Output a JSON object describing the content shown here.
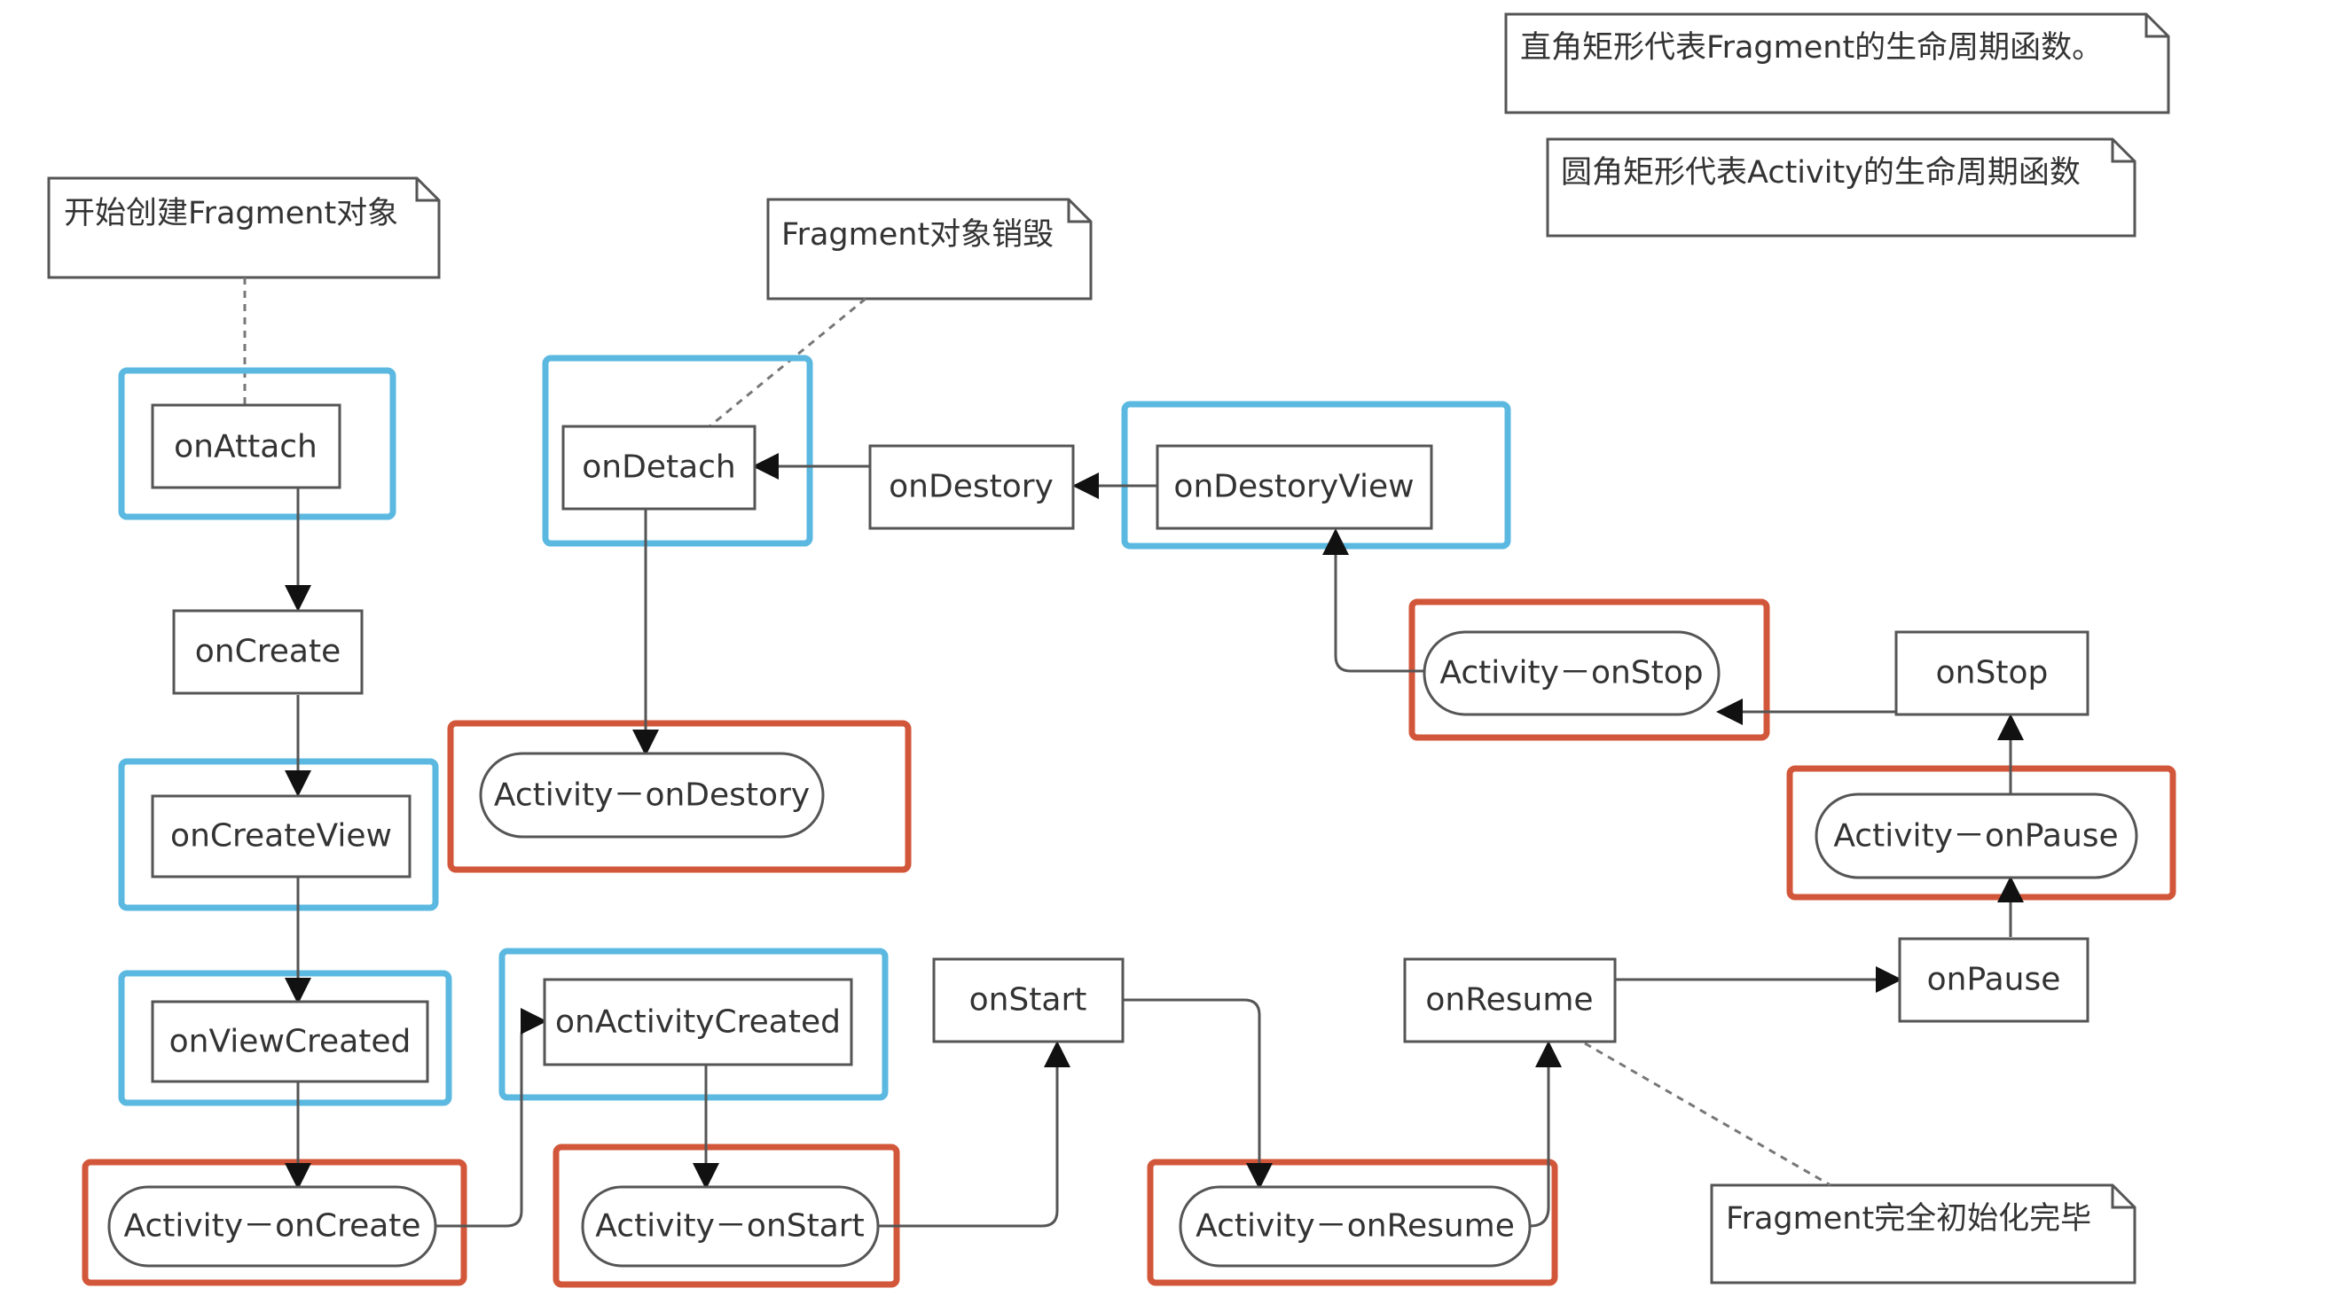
{
  "diagram": {
    "legend": {
      "rect_note": "直角矩形代表Fragment的生命周期函数。",
      "rounded_note": "圆角矩形代表Activity的生命周期函数"
    },
    "notes": {
      "start": "开始创建Fragment对象",
      "destroyed": "Fragment对象销毁",
      "initialized": "Fragment完全初始化完毕"
    },
    "fragment_nodes": {
      "onAttach": "onAttach",
      "onCreate": "onCreate",
      "onCreateView": "onCreateView",
      "onViewCreated": "onViewCreated",
      "onActivityCreated": "onActivityCreated",
      "onStart": "onStart",
      "onResume": "onResume",
      "onPause": "onPause",
      "onStop": "onStop",
      "onDestoryView": "onDestoryView",
      "onDestory": "onDestory",
      "onDetach": "onDetach"
    },
    "activity_nodes": {
      "onCreate": "Activity－onCreate",
      "onStart": "Activity－onStart",
      "onResume": "Activity－onResume",
      "onPause": "Activity－onPause",
      "onStop": "Activity－onStop",
      "onDestory": "Activity－onDestory"
    },
    "colors": {
      "fragment_highlight": "#5bb8e0",
      "activity_highlight": "#d2573a",
      "line": "#555555"
    }
  }
}
